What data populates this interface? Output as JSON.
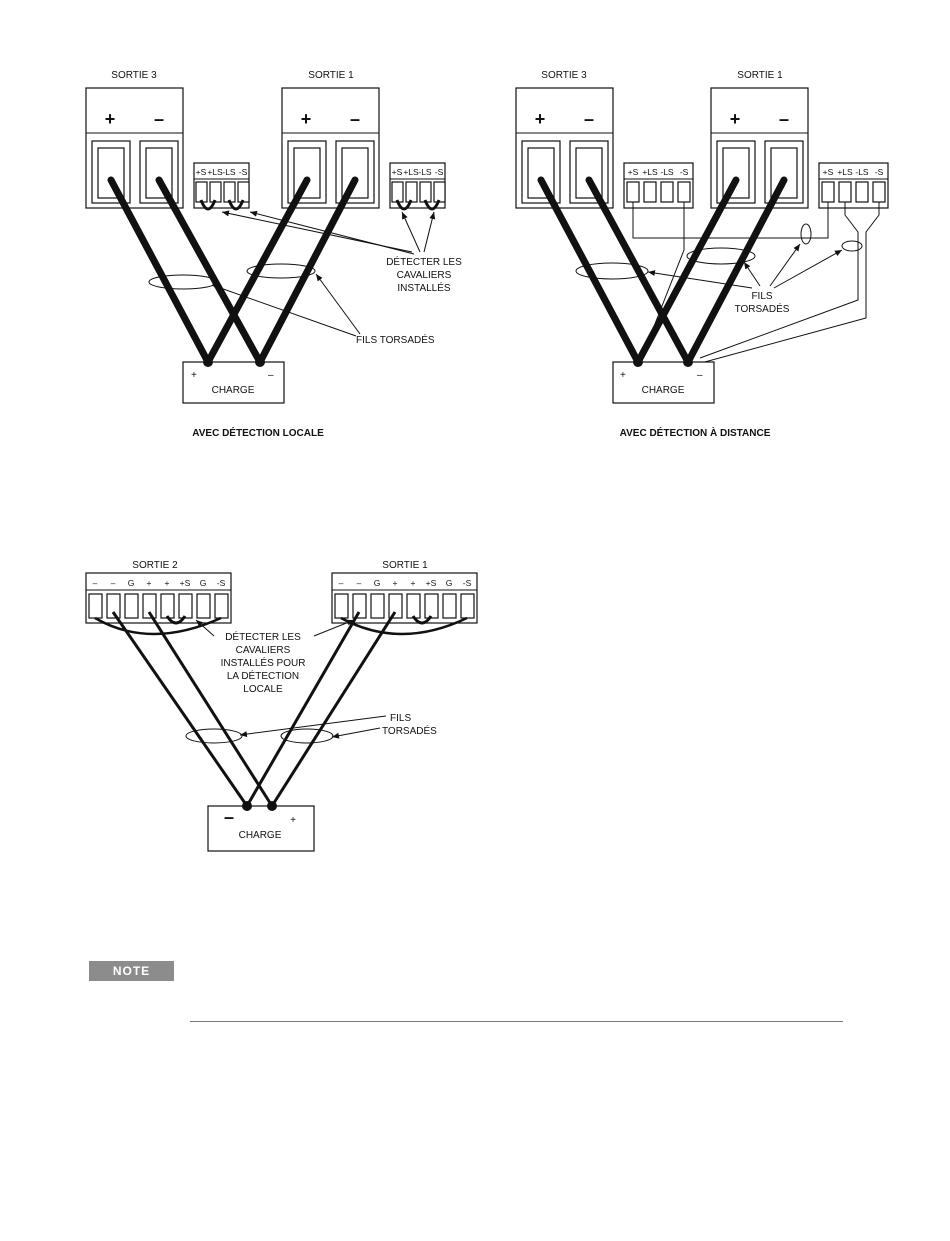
{
  "diagram1": {
    "output_left": "SORTIE 3",
    "output_right": "SORTIE 1",
    "plus": "+",
    "minus": "–",
    "sense_labels": [
      "+S",
      "+LS",
      "-LS",
      "-S"
    ],
    "jumper_note": [
      "DÉTECTER LES",
      "CAVALIERS",
      "INSTALLÉS"
    ],
    "twisted_note": "FILS TORSADÉS",
    "load": "CHARGE",
    "caption": "AVEC DÉTECTION LOCALE"
  },
  "diagram2": {
    "output_left": "SORTIE 3",
    "output_right": "SORTIE 1",
    "plus": "+",
    "minus": "–",
    "sense_labels": [
      "+S",
      "+LS",
      "-LS",
      "-S"
    ],
    "twisted_note": [
      "FILS",
      "TORSADÉS"
    ],
    "load": "CHARGE",
    "caption": "AVEC DÉTECTION À DISTANCE"
  },
  "diagram3": {
    "output_left": "SORTIE 2",
    "output_right": "SORTIE 1",
    "terminal_labels": [
      "–",
      "–",
      "G",
      "+",
      "+",
      "+S",
      "G",
      "-S"
    ],
    "jumper_note": [
      "DÉTECTER LES",
      "CAVALIERS",
      "INSTALLÉS POUR",
      "LA DÉTECTION",
      "LOCALE"
    ],
    "twisted_note": [
      "FILS",
      "TORSADÉS"
    ],
    "load": "CHARGE",
    "load_minus": "–",
    "load_plus": "+"
  },
  "note_badge": "NOTE"
}
